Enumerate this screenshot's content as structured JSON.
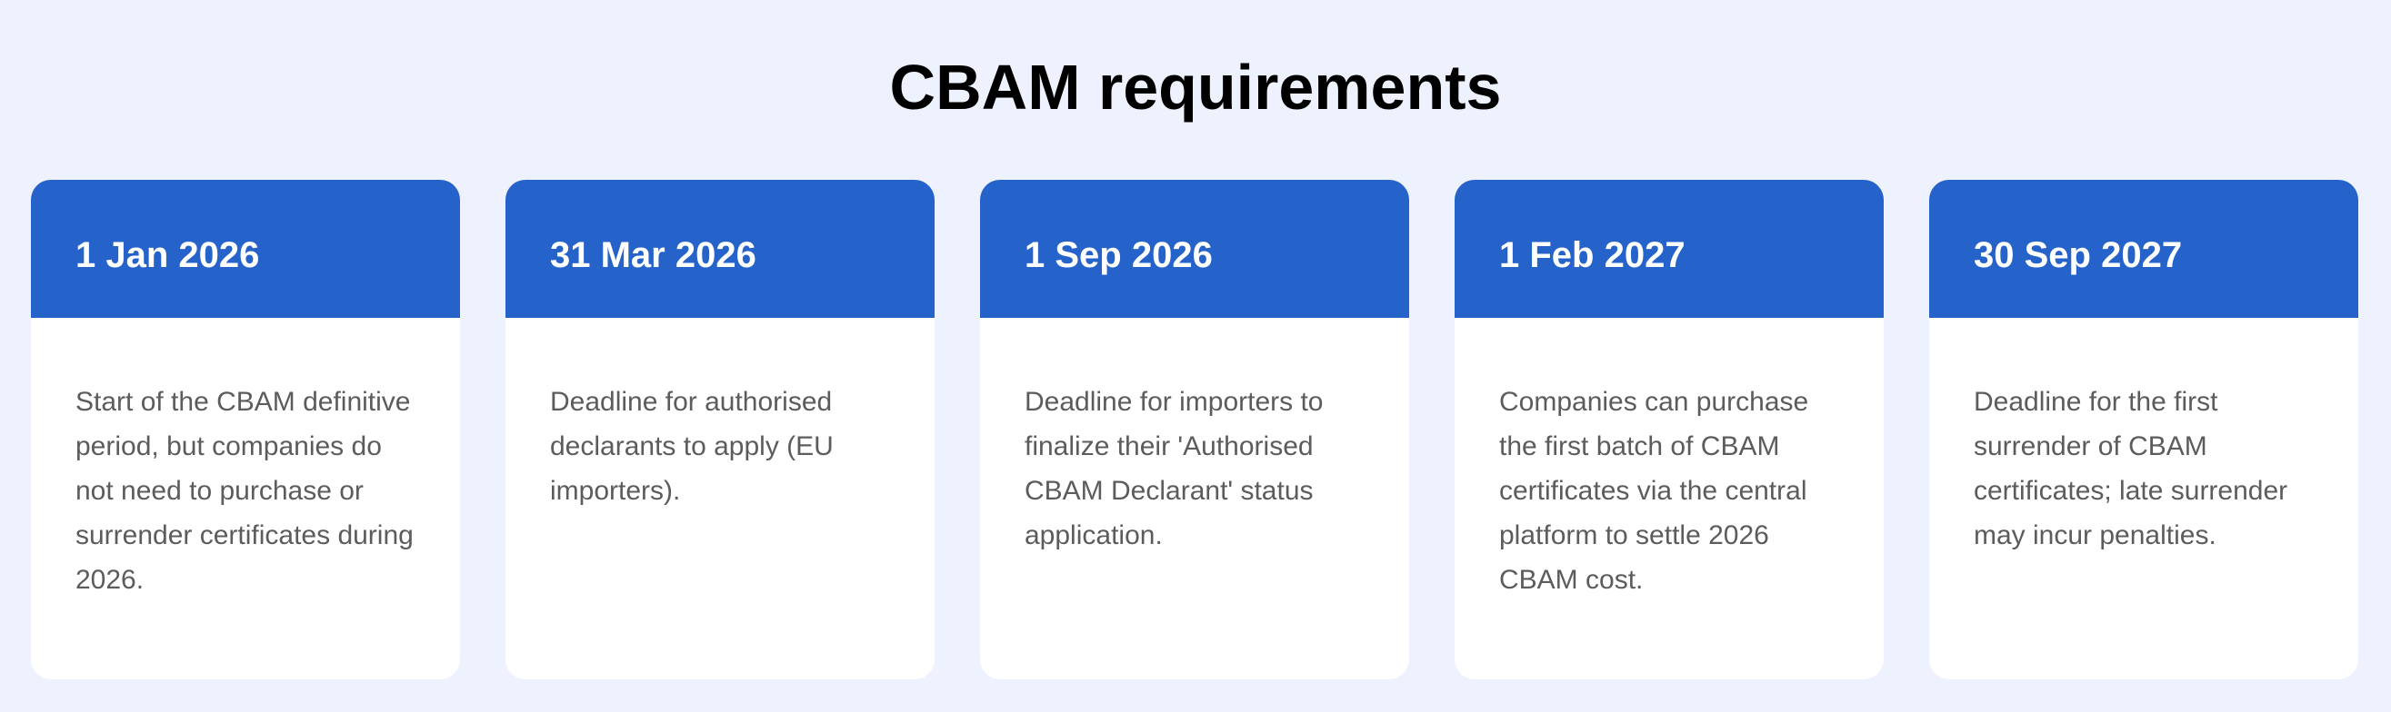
{
  "page": {
    "title": "CBAM requirements"
  },
  "colors": {
    "background": "#eef2fe",
    "header": "#2563ca",
    "body_text": "#5c5c5c"
  },
  "cards": [
    {
      "date": "1 Jan 2026",
      "text": "Start of the CBAM definitive period, but companies do not need to purchase or surrender certificates during 2026."
    },
    {
      "date": "31 Mar 2026",
      "text": "Deadline for authorised declarants to apply (EU importers)."
    },
    {
      "date": "1 Sep 2026",
      "text": "Deadline for importers to finalize their 'Authorised CBAM Declarant' status application."
    },
    {
      "date": "1 Feb 2027",
      "text": "Companies can purchase the first batch of CBAM certificates via the central platform to settle 2026 CBAM cost."
    },
    {
      "date": "30 Sep 2027",
      "text": "Deadline for the first surrender of CBAM certificates; late surrender may incur penalties."
    }
  ]
}
